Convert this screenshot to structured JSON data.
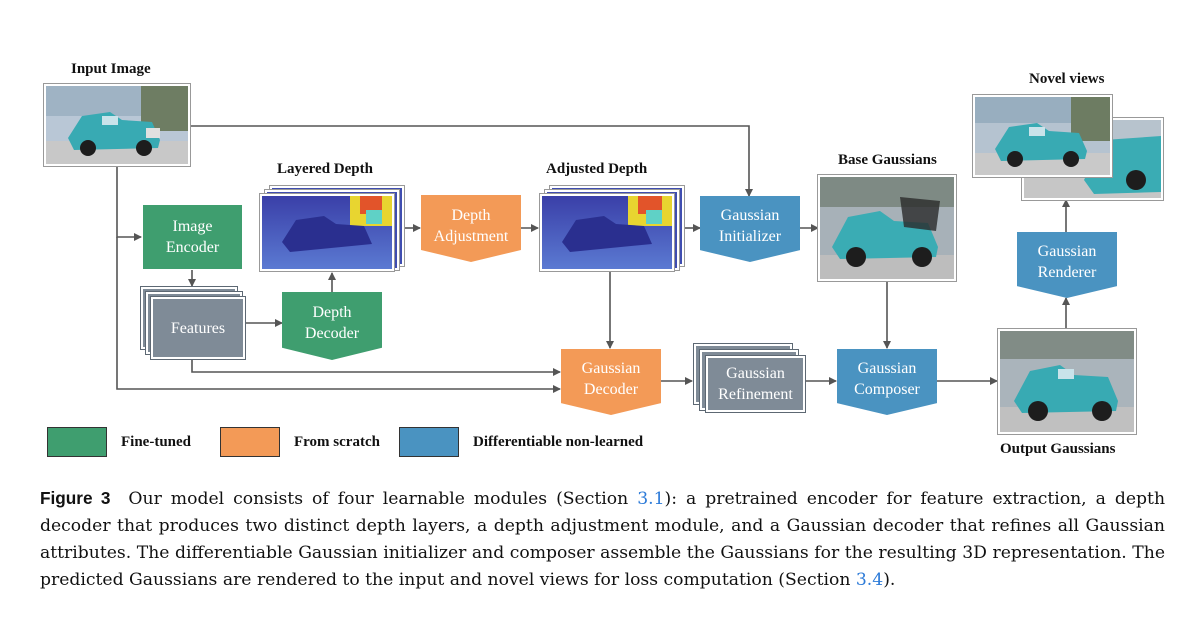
{
  "labels": {
    "input_image": "Input Image",
    "layered_depth": "Layered Depth",
    "adjusted_depth": "Adjusted Depth",
    "base_gaussians": "Base Gaussians",
    "novel_views": "Novel views",
    "output_gaussians": "Output Gaussians"
  },
  "modules": {
    "image_encoder": "Image\nEncoder",
    "features": "Features",
    "depth_decoder": "Depth\nDecoder",
    "depth_adjustment": "Depth\nAdjustment",
    "gaussian_initializer": "Gaussian\nInitializer",
    "gaussian_decoder": "Gaussian\nDecoder",
    "gaussian_refinement": "Gaussian\nRefinement",
    "gaussian_composer": "Gaussian\nComposer",
    "gaussian_renderer": "Gaussian\nRenderer"
  },
  "legend": {
    "fine_tuned": "Fine-tuned",
    "from_scratch": "From scratch",
    "differentiable": "Differentiable non-learned"
  },
  "colors": {
    "fine_tuned": "#3f9e6f",
    "from_scratch": "#f39a57",
    "differentiable": "#4a93c1",
    "features": "#7f8b97",
    "arrow": "#555555",
    "link": "#2d7bd8"
  },
  "caption": {
    "figure_label": "Figure 3",
    "part1": "Our model consists of four learnable modules (Section ",
    "ref1": "3.1",
    "part2": "): a pretrained encoder for feature extraction, a depth decoder that produces two distinct depth layers, a depth adjustment module, and a Gaussian decoder that refines all Gaussian attributes. The differentiable Gaussian initializer and composer assemble the Gaussians for the resulting 3D representation. The predicted Gaussians are rendered to the input and novel views for loss computation (Section ",
    "ref2": "3.4",
    "part3": ")."
  }
}
